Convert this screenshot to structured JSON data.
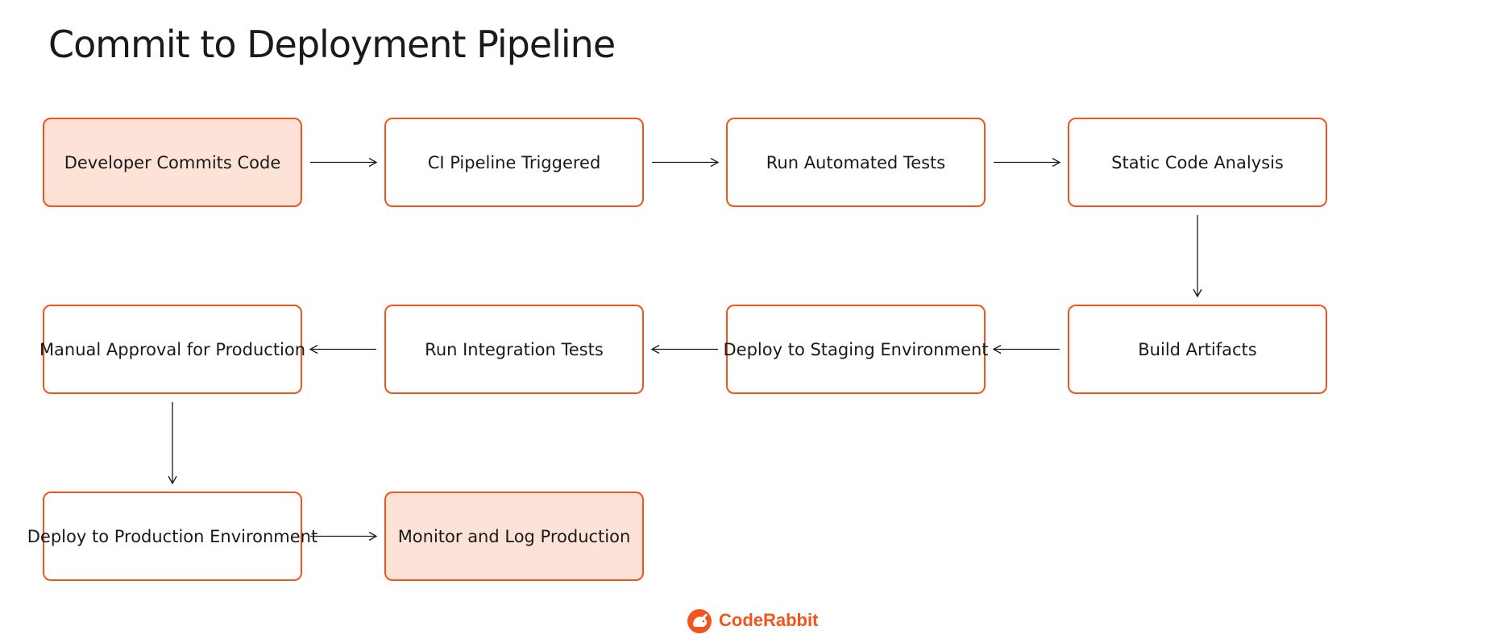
{
  "title": "Commit to Deployment Pipeline",
  "nodes": [
    {
      "id": "n1",
      "label": "Developer Commits Code"
    },
    {
      "id": "n2",
      "label": "CI Pipeline Triggered"
    },
    {
      "id": "n3",
      "label": "Run Automated Tests"
    },
    {
      "id": "n4",
      "label": "Static Code Analysis"
    },
    {
      "id": "n5",
      "label": "Build Artifacts"
    },
    {
      "id": "n6",
      "label": "Deploy to Staging Environment"
    },
    {
      "id": "n7",
      "label": "Run Integration Tests"
    },
    {
      "id": "n8",
      "label": "Manual Approval for Production"
    },
    {
      "id": "n9",
      "label": "Deploy to Production Environment"
    },
    {
      "id": "n10",
      "label": "Monitor and Log Production"
    }
  ],
  "edges": [
    {
      "from": "n1",
      "to": "n2"
    },
    {
      "from": "n2",
      "to": "n3"
    },
    {
      "from": "n3",
      "to": "n4"
    },
    {
      "from": "n4",
      "to": "n5"
    },
    {
      "from": "n5",
      "to": "n6"
    },
    {
      "from": "n6",
      "to": "n7"
    },
    {
      "from": "n7",
      "to": "n8"
    },
    {
      "from": "n8",
      "to": "n9"
    },
    {
      "from": "n9",
      "to": "n10"
    }
  ],
  "colors": {
    "node_border": "#f2541b",
    "highlight_fill": "#fde2d7",
    "brand": "#f2541b"
  },
  "brand": {
    "name": "CodeRabbit",
    "logo_icon": "rabbit-logo-icon"
  }
}
